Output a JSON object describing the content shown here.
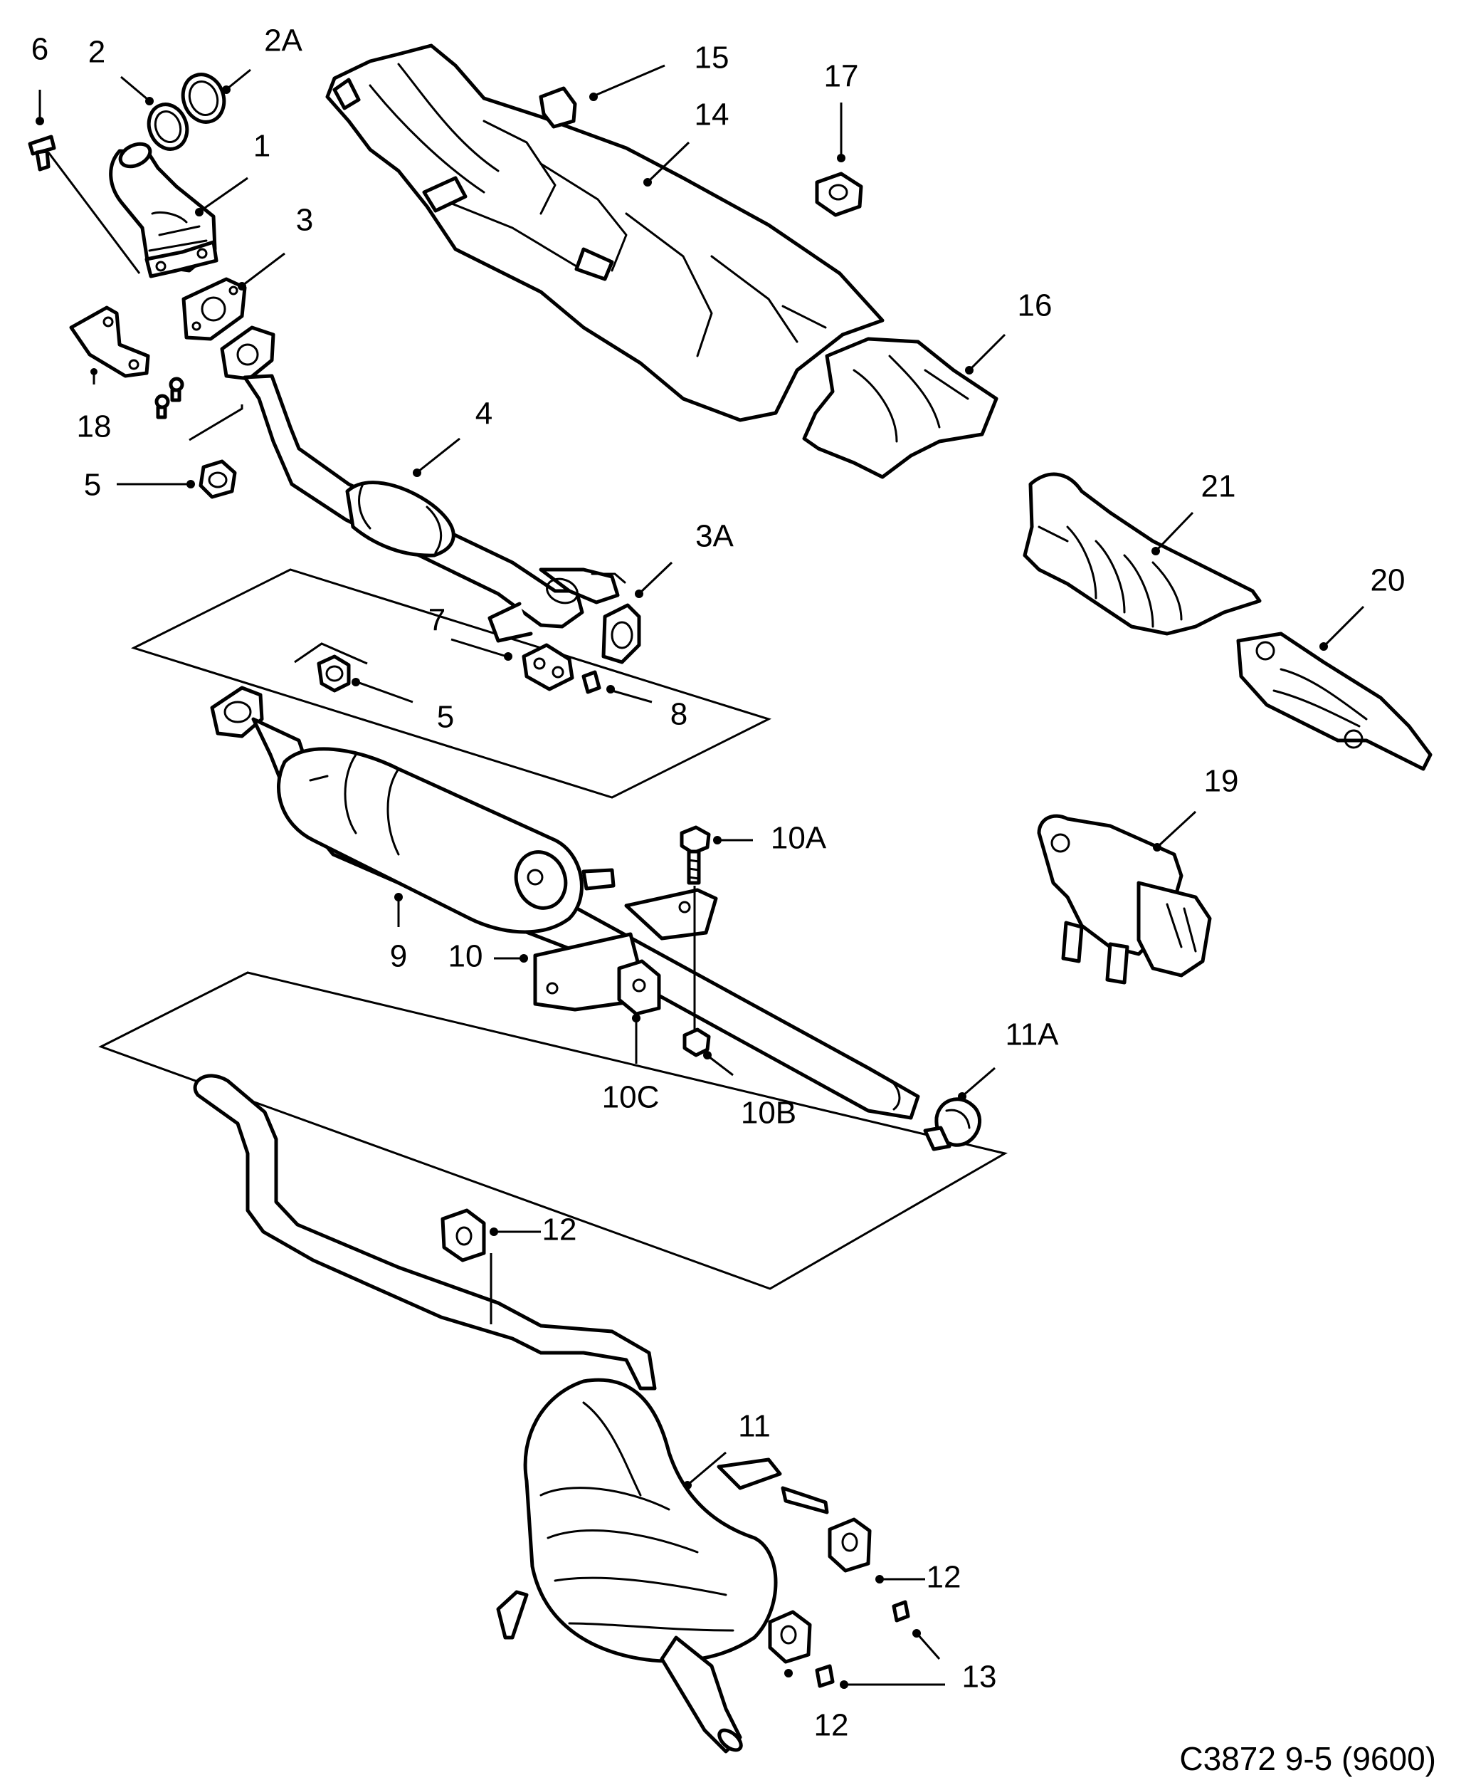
{
  "footer": "C3872 9-5 (9600)",
  "callouts": {
    "c6": "6",
    "c2": "2",
    "c2A": "2A",
    "c1": "1",
    "c3": "3",
    "c18": "18",
    "c5a": "5",
    "c4": "4",
    "c15": "15",
    "c14": "14",
    "c17": "17",
    "c16": "16",
    "c21": "21",
    "c20": "20",
    "c19": "19",
    "c3A": "3A",
    "c7": "7",
    "c8": "8",
    "c5b": "5",
    "c10A": "10A",
    "c9": "9",
    "c10": "10",
    "c10C": "10C",
    "c10B": "10B",
    "c11A": "11A",
    "c12a": "12",
    "c11": "11",
    "c12b": "12",
    "c13": "13",
    "c12c": "12"
  }
}
